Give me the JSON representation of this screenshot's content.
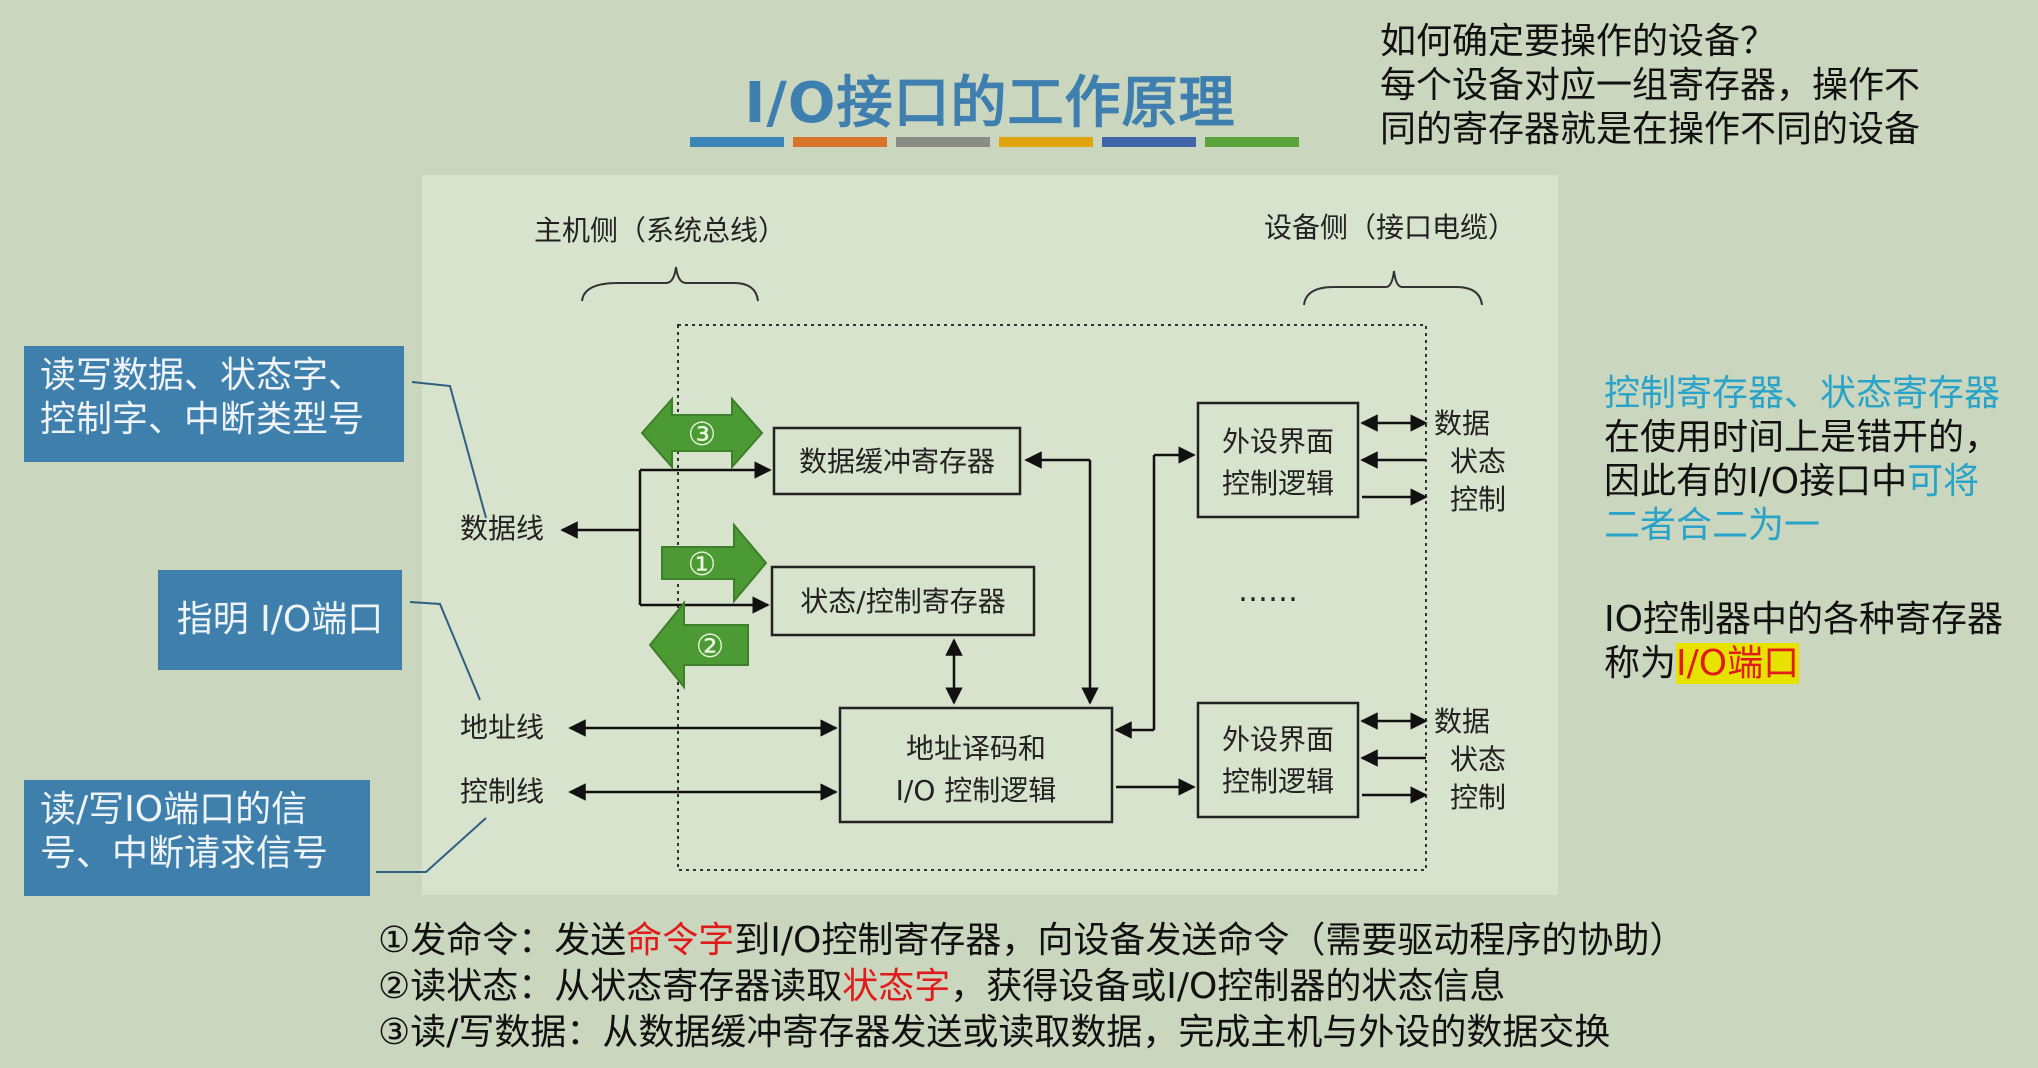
{
  "title": "I/O接口的工作原理",
  "title_bar_colors": [
    "#3b86b6",
    "#d9752a",
    "#8a8d85",
    "#e0a50c",
    "#3e66a8",
    "#5aa23a"
  ],
  "question": {
    "line1": "如何确定要操作的设备？",
    "line2": "每个设备对应一组寄存器，操作不",
    "line3": "同的寄存器就是在操作不同的设备"
  },
  "callouts": {
    "data_line_info": [
      "读写数据、状态字、",
      "控制字、中断类型号"
    ],
    "address_line_info": "指明 I/O端口",
    "control_line_info": [
      "读/写IO端口的信",
      "号、中断请求信号"
    ]
  },
  "diagram": {
    "host_side": "主机侧（系统总线）",
    "device_side": "设备侧（接口电缆）",
    "data_line": "数据线",
    "address_line": "地址线",
    "control_line": "控制线",
    "data_buffer_reg": "数据缓冲寄存器",
    "status_control_reg": "状态/控制寄存器",
    "addr_decode_1": "地址译码和",
    "addr_decode_2": "I/O 控制逻辑",
    "peripheral_1": "外设界面",
    "peripheral_2": "控制逻辑",
    "ellipsis": "……",
    "sig_data": "数据",
    "sig_status": "状态",
    "sig_control": "控制",
    "arrow_1": "①",
    "arrow_2": "②",
    "arrow_3": "③"
  },
  "right_notes": {
    "p1_a": "控制寄存器、状态寄存",
    "p1_b": "器",
    "p1_c": "在使用时间上是错开",
    "p1_d": "的，因此有的I/O接口",
    "p1_e": "中",
    "p1_f": "可将二者合二为一",
    "p2_a": "IO控制器中的各种寄存",
    "p2_b": "器称为",
    "p2_c": "I/O端口"
  },
  "bottom": {
    "l1_a": "①发命令：发送",
    "l1_b": "命令字",
    "l1_c": "到I/O控制寄存器，向设备发送命令（需要驱动程序的协助）",
    "l2_a": "②读状态：从状态寄存器读取",
    "l2_b": "状态字",
    "l2_c": "，获得设备或I/O控制器的状态信息",
    "l3": "③读/写数据：从数据缓冲寄存器发送或读取数据，完成主机与外设的数据交换"
  }
}
